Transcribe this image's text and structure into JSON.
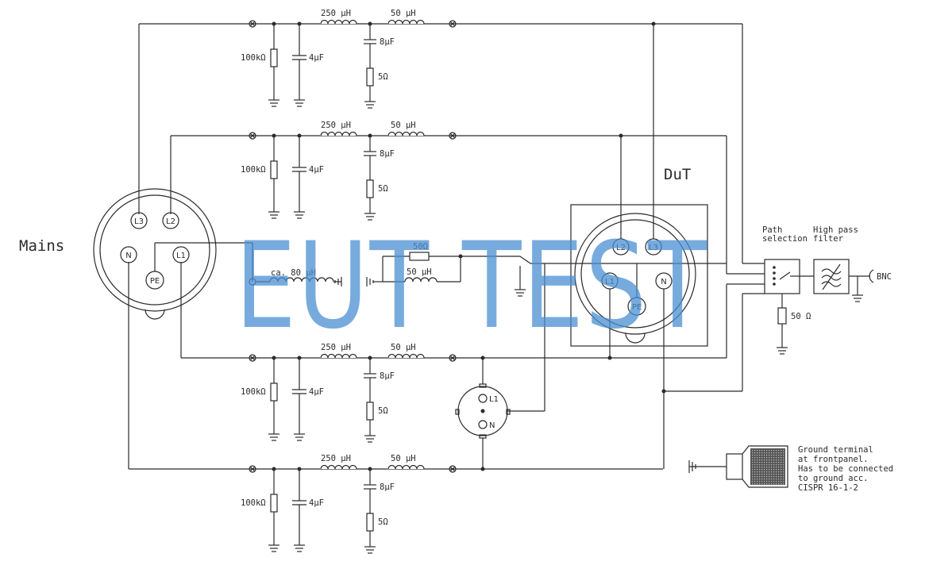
{
  "watermark": "EUT TEST",
  "labels": {
    "mains": "Mains",
    "dut": "DuT",
    "path_selection": [
      "Path",
      "selection"
    ],
    "high_pass": [
      "High pass",
      "filter"
    ],
    "bnc": "BNC",
    "r_50_ohm": "50 Ω",
    "art_50": "50Ω",
    "art_50uh": "50 µH",
    "art_80uh": "ca. 80 µH",
    "ground_note": [
      "Ground terminal",
      "at frontpanel.",
      "Has to be connected",
      "to ground acc.",
      "CISPR 16-1-2"
    ]
  },
  "line_components": {
    "r100k": "100kΩ",
    "c4u": "4µF",
    "l250": "250 µH",
    "l50": "50 µH",
    "c8u": "8µF",
    "r5": "5Ω"
  },
  "mains_pins": [
    "L3",
    "L2",
    "N",
    "L1",
    "PE"
  ],
  "dut_pins": [
    "L2",
    "L3",
    "L1",
    "N",
    "PE"
  ],
  "socket_pins": [
    "L1",
    "N"
  ]
}
